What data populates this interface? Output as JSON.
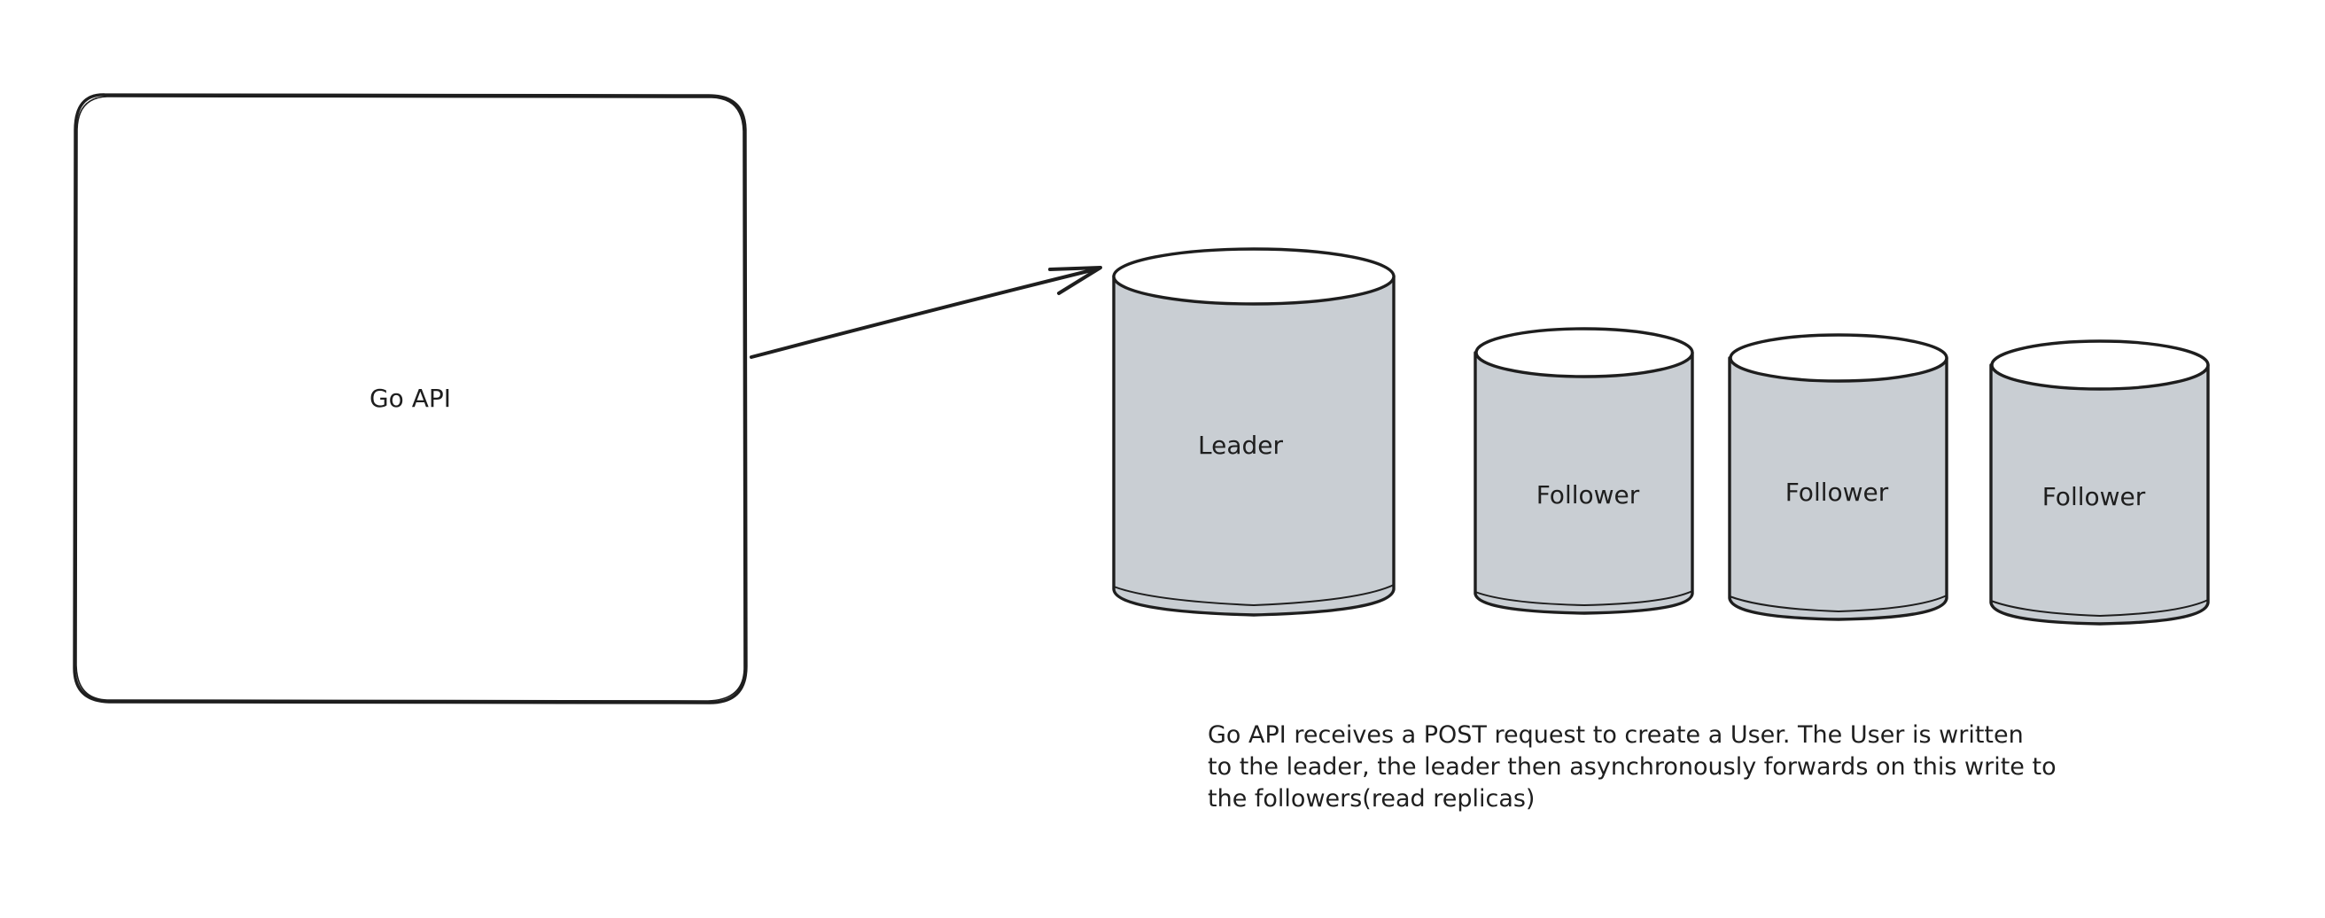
{
  "diagram": {
    "api_box": {
      "label": "Go API"
    },
    "leader_db": {
      "label": "Leader"
    },
    "followers": [
      {
        "label": "Follower"
      },
      {
        "label": "Follower"
      },
      {
        "label": "Follower"
      }
    ],
    "description": "Go API receives a POST request to create a User. The User is written\nto the leader, the leader then asynchronously forwards on this write to\nthe followers(read replicas)",
    "colors": {
      "stroke": "#1e1e1e",
      "cylinder_fill": "#c9ced3",
      "background": "#ffffff"
    }
  }
}
